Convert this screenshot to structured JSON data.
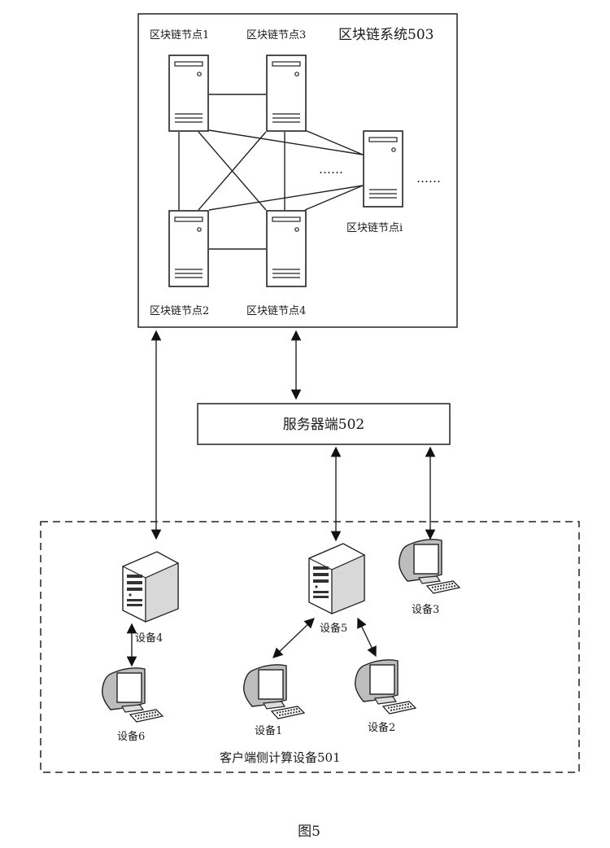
{
  "blockchain": {
    "title": "区块链系统503",
    "node1": "区块链节点1",
    "node2": "区块链节点2",
    "node3": "区块链节点3",
    "node4": "区块链节点4",
    "nodei": "区块链节点i",
    "ellipsis_inner": "……",
    "ellipsis_outer": "……"
  },
  "server": {
    "label": "服务器端502"
  },
  "client": {
    "title": "客户端侧计算设备501",
    "device1": "设备1",
    "device2": "设备2",
    "device3": "设备3",
    "device4": "设备4",
    "device5": "设备5",
    "device6": "设备6"
  },
  "figure": {
    "caption": "图5"
  }
}
